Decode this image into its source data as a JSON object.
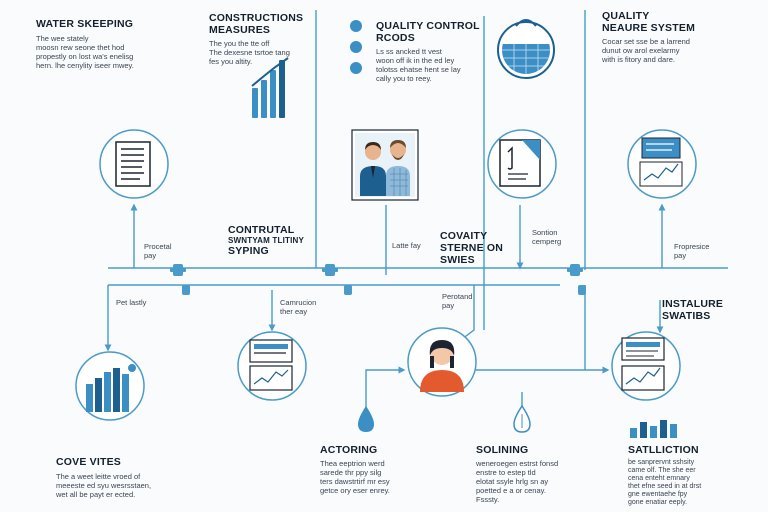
{
  "colors": {
    "line": "#4a9bc9",
    "dark_blue": "#1d5f8f",
    "mid_blue": "#3b8fc4",
    "light_blue": "#a9d2ec",
    "accent_orange": "#e35a2e",
    "text": "#14202d"
  },
  "sections": {
    "water": {
      "title": "WATER SKEEPING",
      "body": [
        "The wee stately",
        "moosn rew seone thet hod",
        "propestly on lost wa's enelisg",
        "hern. lhe cenylity iseer mwey."
      ]
    },
    "constructions": {
      "title_1": "CONSTRUCTIONS",
      "title_2": "MEASURES",
      "body": [
        "The you the tte off",
        "The dexesne tsrtoe tang",
        "fes you altity."
      ]
    },
    "quality_control": {
      "title_1": "QUALITY CONTROL",
      "title_2": "RCODS",
      "body": [
        "Ls ss ancked tt vest",
        "woon off ik in the ed ley",
        "tolotss ehatse hent se lay",
        "cally you to reey."
      ]
    },
    "quality_measure": {
      "title_1": "QUALITY",
      "title_2": "NEAURE SYSTEM",
      "body": [
        "Cocar set sse be a larrend",
        "dunut ow arol exelarmy",
        "with is fitory and dare."
      ]
    },
    "contrutal": {
      "title_1": "CONTRUTAL",
      "title_2": "SWNTYAM TLITINY",
      "title_3": "SYPING"
    },
    "covaity": {
      "title_1": "COVAITY",
      "title_2": "STERNE ON",
      "title_3": "SWIES"
    },
    "instalure": {
      "title_1": "INSTALURE",
      "title_2": "SWATIBS"
    },
    "cove_vites": {
      "title": "COVE VITES",
      "body": [
        "The a weet leitte vroed of",
        "meeeste ed syu wesrsstaen,",
        "wet all be payt er ected."
      ]
    },
    "actoring": {
      "title": "ACTORING",
      "body": [
        "Thea eeptrion werd",
        "sarede thr ppy silg",
        "ters dawstrtirf mr esy",
        "getce ory eser enrey."
      ]
    },
    "solining": {
      "title": "SOLINING",
      "body": [
        "weneroegen estrst fonsd",
        "enstre to estep tld",
        "elotat ssyle hrlg sn ay",
        "poetted e a or cenay.",
        "Fsssty."
      ]
    },
    "satliction": {
      "title": "SATLLICTION",
      "body": [
        "be sanprervnt sshsity",
        "came olf. The she eer",
        "cena enteht emnary",
        "thet efne seed in at drst",
        "gne ewentaehe fpy",
        "gone enatiar eeply."
      ]
    }
  },
  "labels": {
    "procetal": [
      "Procetal",
      "pay"
    ],
    "pet_lastly": "Pet lastly",
    "camrucion": [
      "Camrucion",
      "ther eay"
    ],
    "latte_fay": "Latte fay",
    "sontion": [
      "Sontion",
      "cemperg"
    ],
    "perotand": [
      "Perotand",
      "pay"
    ],
    "frepresice": [
      "Fropresice",
      "pay"
    ]
  },
  "icons": [
    "document-icon",
    "document-icon",
    "checklist-document-icon",
    "chart-document-icon",
    "bar-chart-icon",
    "team-photo-icon",
    "person-avatar-icon",
    "water-drop-icon",
    "globe-icon",
    "valve-icon"
  ]
}
